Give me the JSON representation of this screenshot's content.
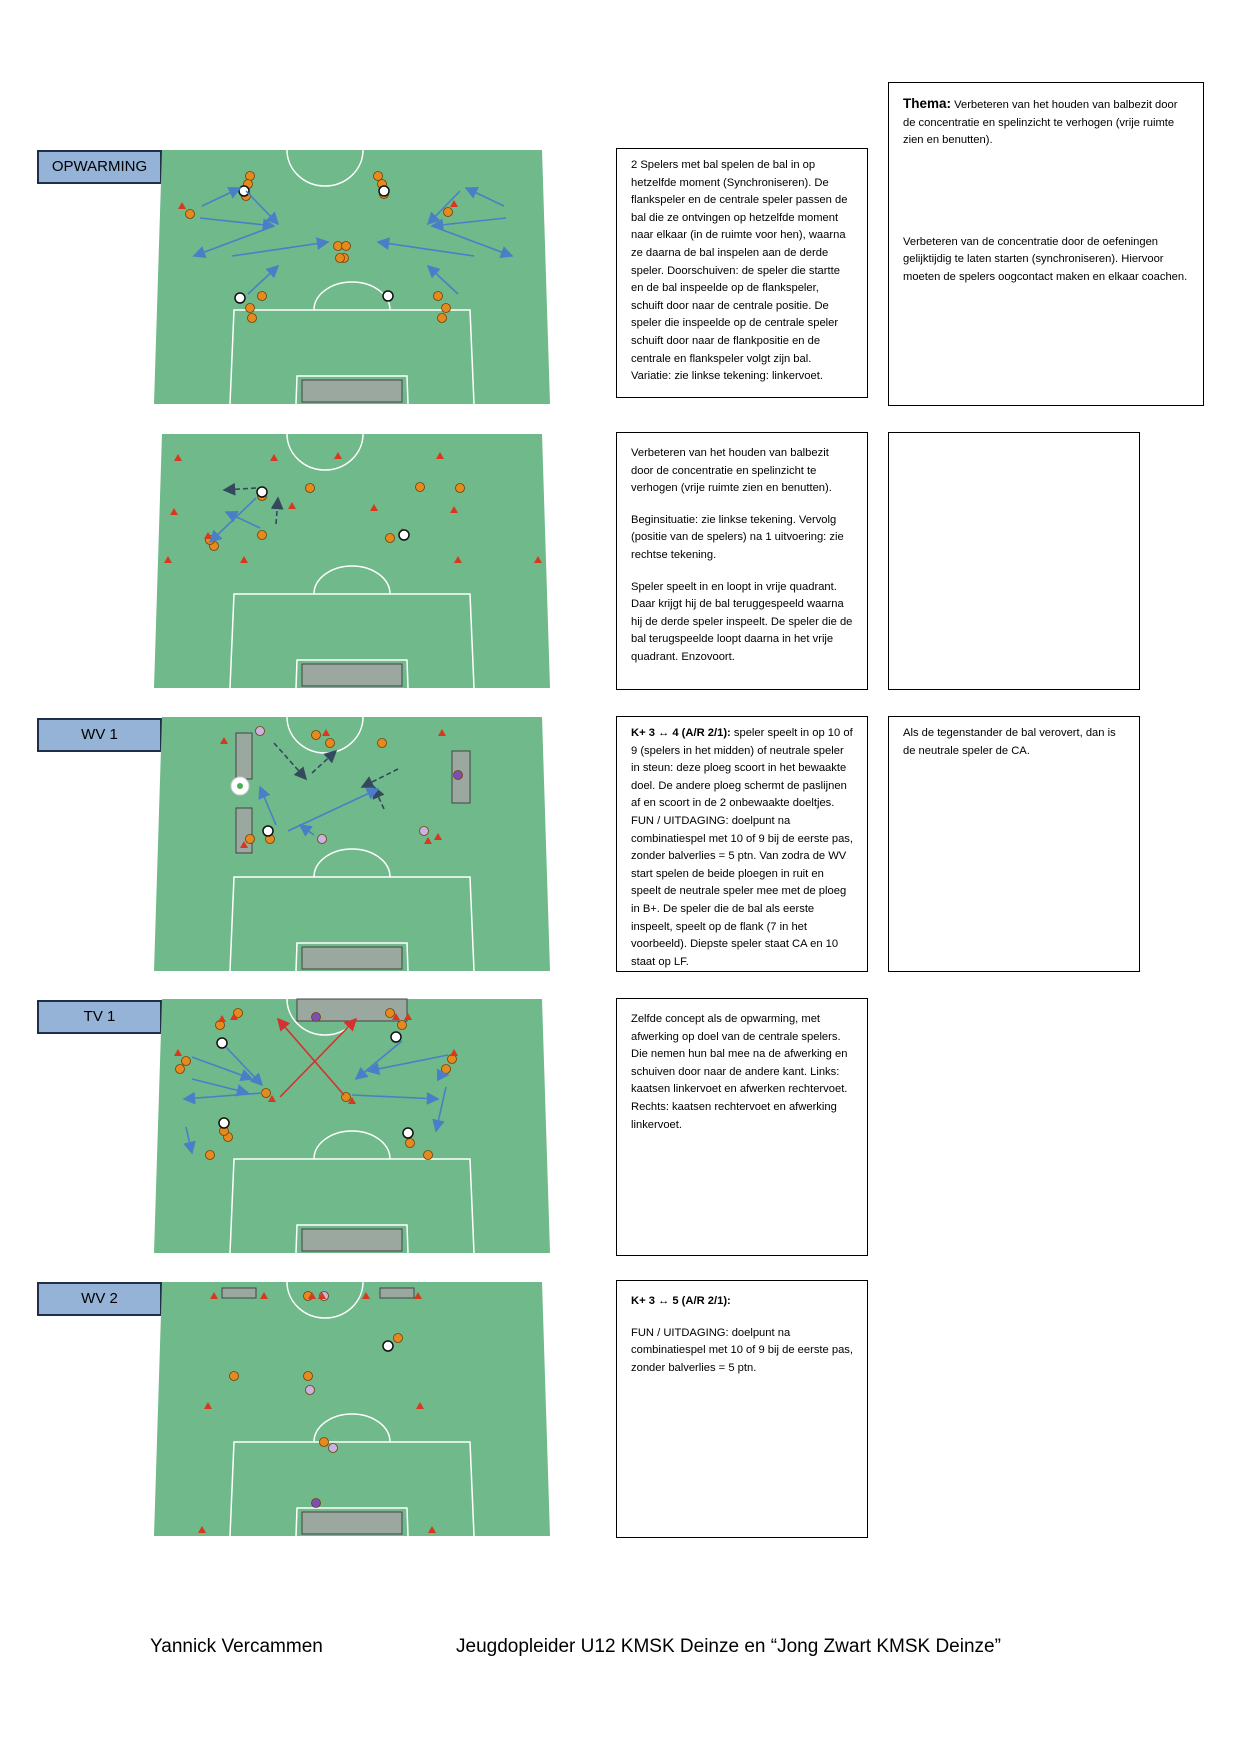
{
  "theme": {
    "title": "Thema:",
    "line1": "Verbeteren van het houden van balbezit door de concentratie en spelinzicht te verhogen (vrije ruimte zien en benutten).",
    "line2": "Verbeteren van de concentratie door de oefeningen gelijktijdig te laten starten (synchroniseren). Hiervoor moeten de spelers oogcontact maken en elkaar coachen."
  },
  "sections": [
    {
      "label": "OPWARMING",
      "text": [
        "2 Spelers met bal spelen de bal in op hetzelfde moment (Synchroniseren). De flankspeler en de centrale speler passen de bal die ze ontvingen op hetzelfde moment naar elkaar (in de ruimte voor hen), waarna ze daarna de bal inspelen aan de derde speler.  Doorschuiven: de speler die startte en de bal inspeelde op de flankspeler, schuift door naar de centrale positie. De speler die inspeelde op de centrale speler schuift door naar de flankpositie en de centrale en flankspeler volgt zijn bal. Variatie: zie linkse tekening: linkervoet."
      ]
    },
    {
      "label": "",
      "text": [
        "Verbeteren van het houden van balbezit door de concentratie en spelinzicht te verhogen (vrije ruimte zien en benutten).",
        "Beginsituatie: zie linkse tekening. Vervolg (positie van de spelers) na 1 uitvoering: zie rechtse tekening.",
        "Speler speelt in en loopt in vrije quadrant. Daar krijgt hij de bal teruggespeeld waarna hij de derde speler inspeelt. De speler die de bal terugspeelde loopt daarna in het vrije quadrant. Enzovoort."
      ],
      "side_note": ""
    },
    {
      "label": "WV 1",
      "heading": "K+ 3 ↔ 4  (A/R 2/1):",
      "text": [
        "speler speelt in op 10 of 9 (spelers in het midden) of neutrale speler in steun: deze ploeg scoort in het bewaakte doel. De andere ploeg schermt de paslijnen af en scoort in de 2 onbewaakte doeltjes. FUN / UITDAGING: doelpunt na combinatiespel met 10 of 9 bij de eerste pas, zonder balverlies = 5 ptn. Van zodra de WV start spelen de beide ploegen in ruit en speelt de neutrale speler mee met de ploeg in B+. De speler die de bal als eerste inspeelt, speelt op de flank (7 in het voorbeeld). Diepste speler staat CA en 10 staat op LF."
      ],
      "side_note": "Als de tegenstander de bal verovert, dan is de neutrale speler de CA."
    },
    {
      "label": "TV 1",
      "text": [
        "Zelfde concept als de opwarming, met afwerking op doel van de centrale spelers. Die nemen hun bal mee na de afwerking en schuiven door naar de andere kant. Links: kaatsen linkervoet en afwerken rechtervoet. Rechts: kaatsen rechtervoet en afwerking linkervoet."
      ]
    },
    {
      "label": "WV 2",
      "heading": "K+ 3 ↔ 5  (A/R 2/1):",
      "text": [
        "FUN / UITDAGING: doelpunt na combinatiespel met 10 of 9 bij de eerste pas, zonder balverlies = 5 ptn."
      ]
    }
  ],
  "footer": {
    "author": "Yannick Vercammen",
    "role": "Jeugdopleider U12 KMSK Deinze en “Jong Zwart KMSK Deinze”"
  },
  "colors": {
    "label_fill": "#95b3d7",
    "pitch": "#6fb98a",
    "arrow_blue": "#4a7fc8",
    "arrow_red": "#d63030"
  }
}
